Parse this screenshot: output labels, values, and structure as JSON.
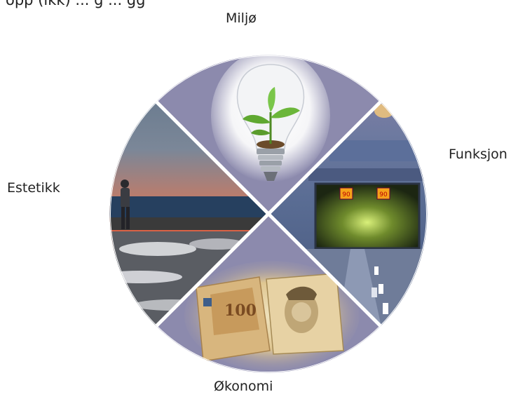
{
  "header": {
    "partial_text": "opp (ikk) ... g ... gg"
  },
  "diagram": {
    "segments": [
      {
        "key": "top",
        "label": "Miljø",
        "image": "lightbulb-with-plant"
      },
      {
        "key": "right",
        "label": "Funksjon",
        "image": "tunnel-with-speed-signs"
      },
      {
        "key": "bottom",
        "label": "Økonomi",
        "image": "crumpled-banknotes"
      },
      {
        "key": "left",
        "label": "Estetikk",
        "image": "seaside-sunset-promenade"
      }
    ],
    "speed_sign_text": "90",
    "colors": {
      "wheel_bg": "#8c8aad",
      "divider": "#ffffff"
    }
  }
}
